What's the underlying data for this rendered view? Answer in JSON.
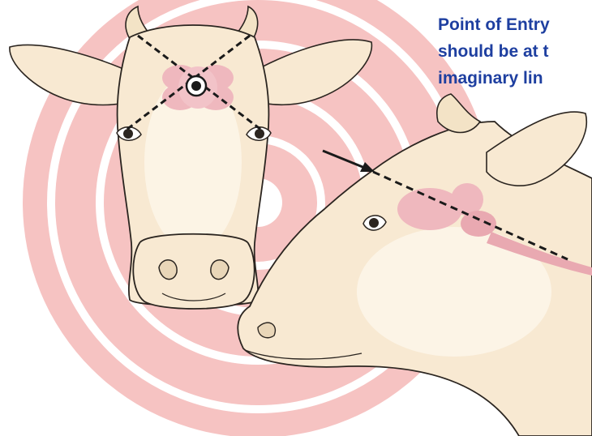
{
  "caption": {
    "line1": "Point of Entry",
    "line2": "should be at t",
    "line3": "imaginary lin"
  },
  "colors": {
    "target_ring": "#f6c3c2",
    "target_gap": "#ffffff",
    "hide": "#f8e9d2",
    "hide_light": "#fdf6ea",
    "outline": "#2b2520",
    "brain": "#efb8be",
    "marker_line": "#1a1a1a",
    "caption_text": "#1e3fa0"
  },
  "icons": {
    "entry_point": "crosshair-target-icon",
    "direction_arrow": "arrow-right-icon"
  }
}
